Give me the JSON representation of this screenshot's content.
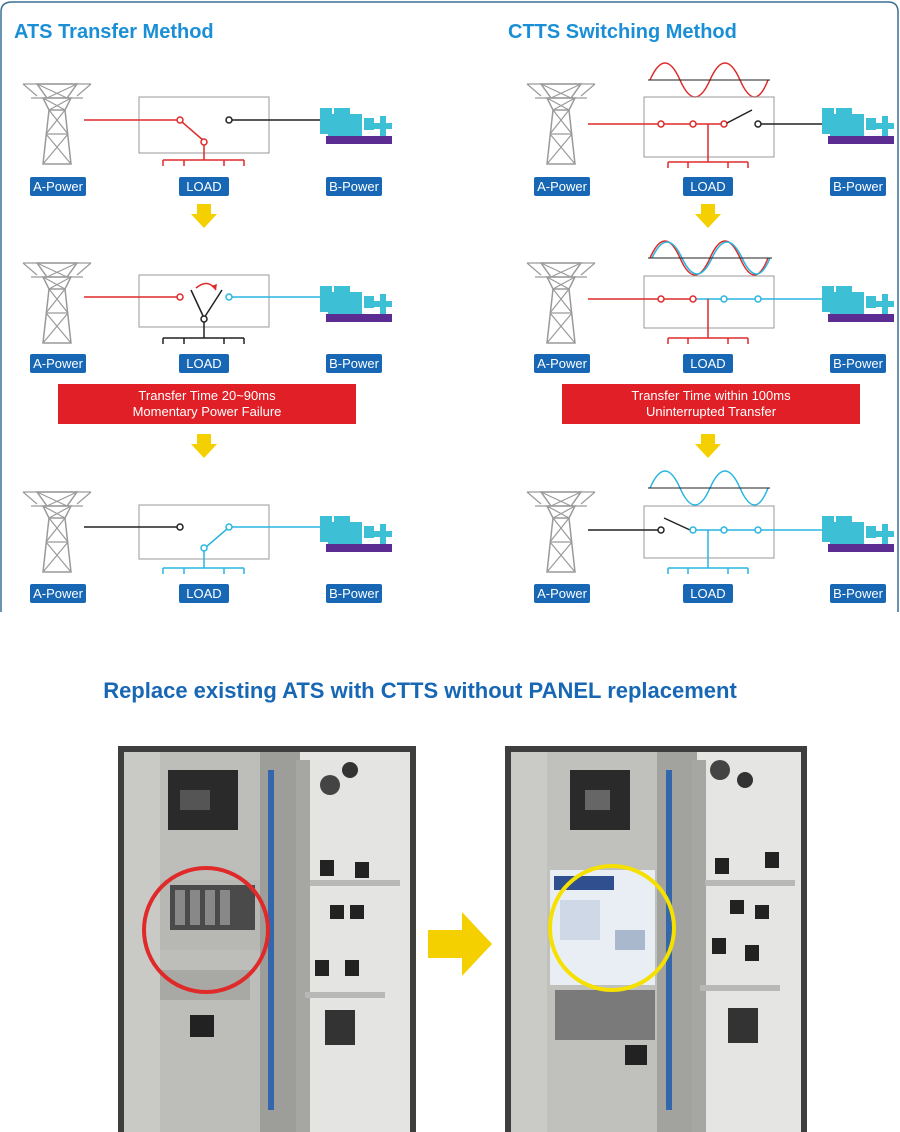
{
  "titles": {
    "ats": "ATS Transfer Method",
    "ctts": "CTTS Switching Method"
  },
  "labels": {
    "a_power": "A-Power",
    "load": "LOAD",
    "b_power": "B-Power"
  },
  "banners": {
    "ats": {
      "line1": "Transfer Time 20~90ms",
      "line2": "Momentary Power Failure"
    },
    "ctts": {
      "line1": "Transfer Time within 100ms",
      "line2": "Uninterrupted Transfer"
    }
  },
  "headline": "Replace existing ATS with CTTS without PANEL replacement",
  "colors": {
    "a_line": "#e02a2a",
    "b_line": "#29b6e0",
    "off_line": "#222222",
    "label_bg": "#1767b5",
    "banner_bg": "#e01f26",
    "arrow": "#f5d000",
    "generator": "#3dbfd6",
    "generator_base": "#5b2c91"
  }
}
